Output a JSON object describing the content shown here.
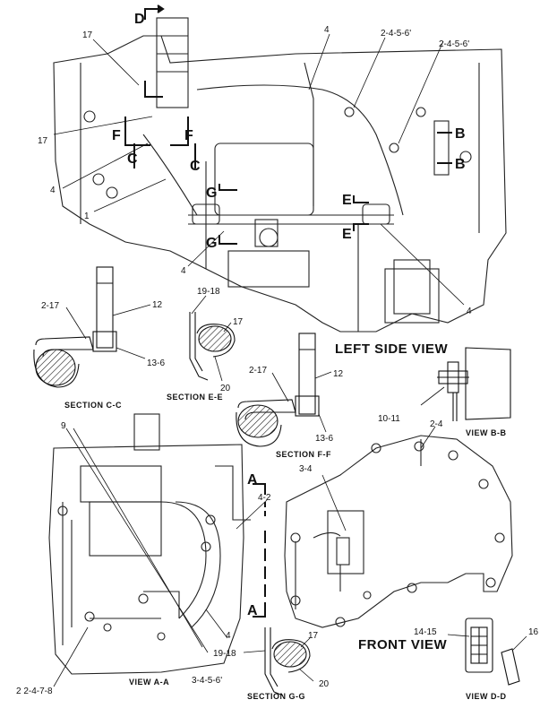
{
  "titles": {
    "left_side_view": "LEFT SIDE VIEW",
    "front_view": "FRONT VIEW"
  },
  "captions": {
    "section_cc": "SECTION C-C",
    "section_ee": "SECTION E-E",
    "section_ff": "SECTION F-F",
    "section_gg": "SECTION G-G",
    "view_bb": "VIEW B-B",
    "view_aa": "VIEW A-A",
    "view_dd": "VIEW D-D"
  },
  "section_letters": {
    "D": "D",
    "F": "F",
    "C": "C",
    "G": "G",
    "E": "E",
    "B": "B",
    "A": "A"
  },
  "callouts": {
    "c_17_top": "17",
    "c_17_mid": "17",
    "c_4_top": "4",
    "c_2456_a": "2-4-5-6'",
    "c_2456_b": "2-4-5-6'",
    "c_4_left": "4",
    "c_1": "1",
    "c_4_lower": "4",
    "c_4_right": "4",
    "cc_217": "2-17",
    "cc_12": "12",
    "cc_136": "13-6",
    "ee_1918": "19-18",
    "ee_17": "17",
    "ee_20": "20",
    "ff_217": "2-17",
    "ff_12": "12",
    "ff_136": "13-6",
    "bb_1011": "10-11",
    "fv_24": "2-4",
    "fv_34": "3-4",
    "aa_9": "9",
    "aa_42": "4-2",
    "aa_4": "4",
    "aa_3456": "3-4-5-6'",
    "aa_22478": "2 2-4-7-8",
    "gg_1918": "19-18",
    "gg_17": "17",
    "gg_20": "20",
    "dd_1415": "14-15",
    "dd_16": "16"
  }
}
